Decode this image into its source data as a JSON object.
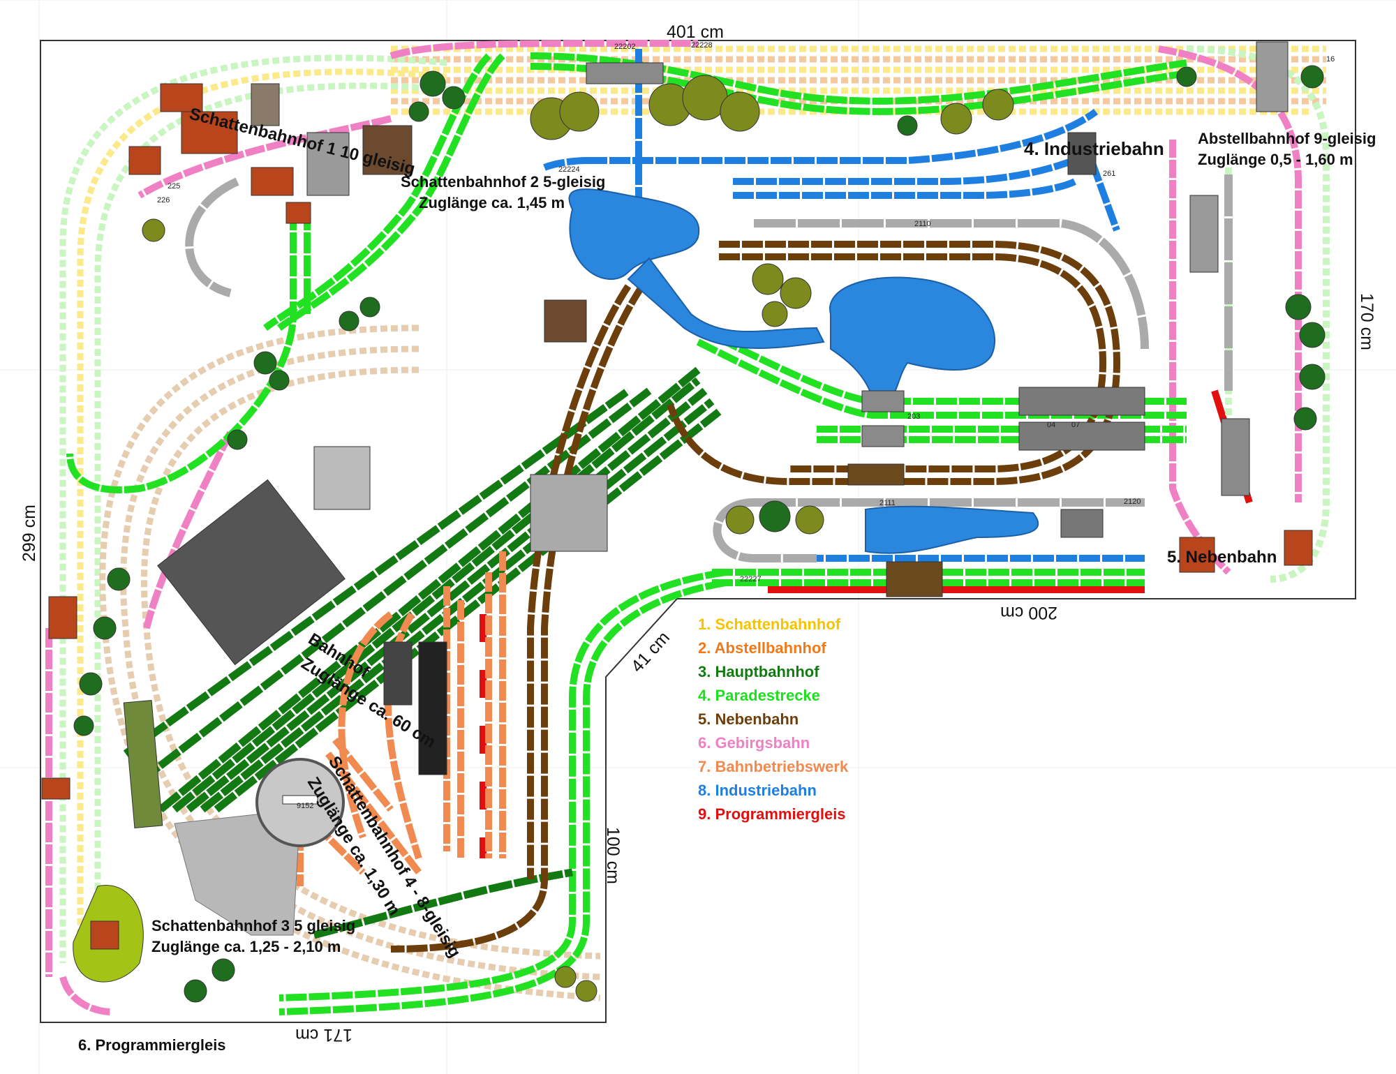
{
  "dimensions": {
    "top": "401 cm",
    "right": "170 cm",
    "notch_bottom": "200 cm",
    "notch_diagonal": "41 cm",
    "notch_vertical": "100 cm",
    "bottom": "171 cm",
    "left": "299 cm"
  },
  "sections": {
    "sb1": "Schattenbahnhof 1  10 gleisig",
    "sb2_line1": "Schattenbahnhof 2  5-gleisig",
    "sb2_line2": "Zuglänge ca. 1,45 m",
    "industrie": "4. Industriebahn",
    "abstell_line1": "Abstellbahnhof 9-gleisig",
    "abstell_line2": "Zuglänge 0,5 - 1,60 m",
    "nebenbahn": "5. Nebenbahn",
    "bahnhof_line1": "Bahnhof",
    "bahnhof_line2": "Zuglänge ca. 60 cm",
    "sb4_line1": "Schattenbahnhof 4 - 8-gleisig",
    "sb4_line2": "Zuglänge ca. 1,30 m",
    "sb3_line1": "Schattenbahnhof 3  5 gleisig",
    "sb3_line2": "Zuglänge ca. 1,25 - 2,10 m",
    "programmiergleis": "6. Programmiergleis"
  },
  "legend": [
    {
      "label": "1. Schattenbahnhof",
      "color": "#f5c400"
    },
    {
      "label": "2. Abstellbahnhof",
      "color": "#f07a1a"
    },
    {
      "label": "3. Hauptbahnhof",
      "color": "#137a13"
    },
    {
      "label": "4. Paradestrecke",
      "color": "#1ee01e"
    },
    {
      "label": "5. Nebenbahn",
      "color": "#6b3e0c"
    },
    {
      "label": "6. Gebirgsbahn",
      "color": "#ef80c4"
    },
    {
      "label": "7. Bahnbetriebswerk",
      "color": "#f08a50"
    },
    {
      "label": "8. Industriebahn",
      "color": "#1e7fe0"
    },
    {
      "label": "9. Programmiergleis",
      "color": "#e01010"
    }
  ],
  "track_pieces": [
    "22202",
    "203",
    "22228",
    "2111",
    "2110",
    "2120",
    "261",
    "225",
    "226",
    "16",
    "22227",
    "04",
    "07",
    "9152",
    "22224"
  ],
  "colors": {
    "shadow": "#fbe98a",
    "shadow_tan": "#e6cdb0",
    "lake": "#2b86de",
    "tree_dark": "#1f6e1f",
    "tree_olive": "#7d8a1e",
    "building_grey": "#9a9a9a",
    "roof_red": "#b8451c"
  }
}
